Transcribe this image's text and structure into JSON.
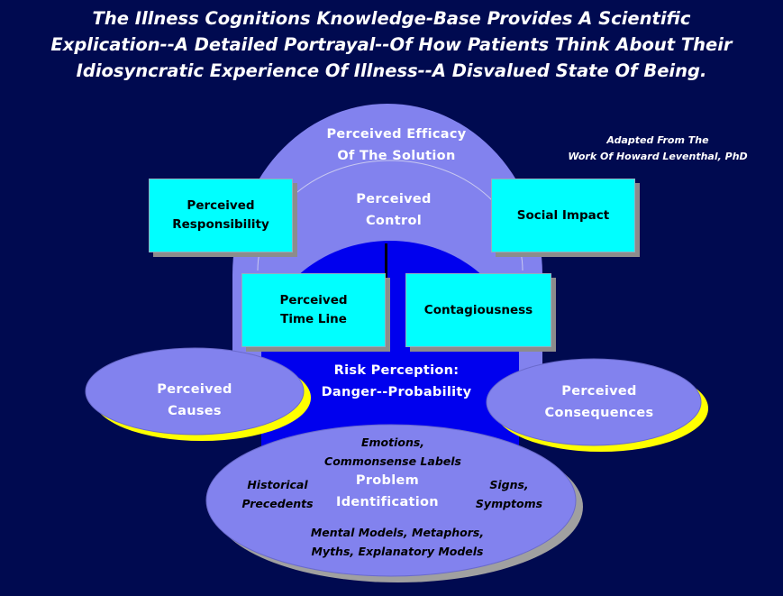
{
  "title": [
    "The Illness Cognitions Knowledge-Base Provides A Scientific",
    "Explication--A Detailed Portrayal--Of How Patients Think About Their",
    "Idiosyncratic Experience Of Illness--A Disvalued State Of Being."
  ],
  "credit": [
    "Adapted From The",
    "Work Of Howard Leventhal, PhD"
  ],
  "rings": {
    "efficacy": [
      "Perceived Efficacy",
      "Of The Solution"
    ],
    "control": [
      "Perceived",
      "Control"
    ],
    "risk": [
      "Risk Perception:",
      "Danger--Probability"
    ]
  },
  "boxes": {
    "responsibility": [
      "Perceived",
      "Responsibility"
    ],
    "social_impact": [
      "Social Impact"
    ],
    "time_line": [
      "Perceived",
      "Time Line"
    ],
    "contagiousness": [
      "Contagiousness"
    ]
  },
  "side_ellipses": {
    "causes": [
      "Perceived",
      "Causes"
    ],
    "consequences": [
      "Perceived",
      "Consequences"
    ]
  },
  "problem": {
    "center": [
      "Problem",
      "Identification"
    ],
    "emotions": [
      "Emotions,",
      "Commonsense Labels"
    ],
    "historical": [
      "Historical",
      "Precedents"
    ],
    "signs": [
      "Signs,",
      "Symptoms"
    ],
    "models": [
      "Mental Models, Metaphors,",
      "Myths, Explanatory Models"
    ]
  },
  "colors": {
    "background": "#000a50",
    "lavender": "#8282ee",
    "royal_blue": "#0000ee",
    "cyan": "#00ffff",
    "shadow_yellow": "#ffff00"
  }
}
